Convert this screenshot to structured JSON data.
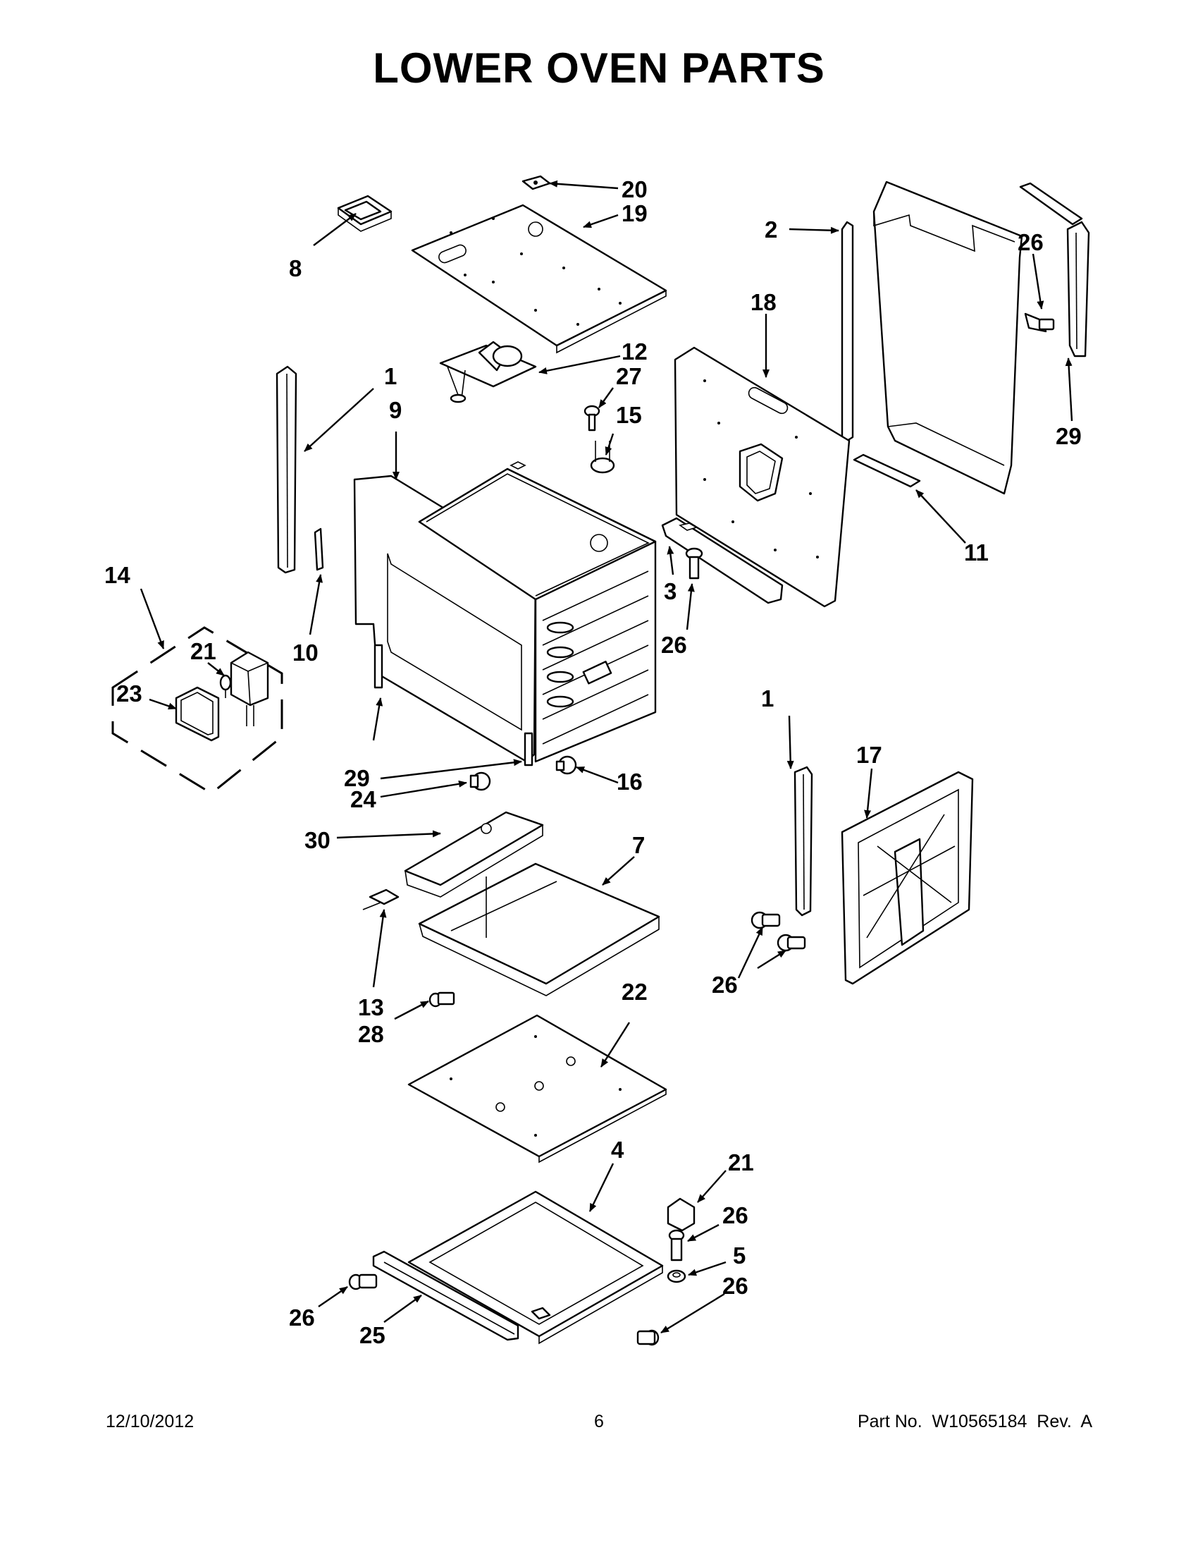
{
  "title": "LOWER OVEN PARTS",
  "footer": {
    "date": "12/10/2012",
    "page": "6",
    "part_no": "Part No.  W10565184  Rev.  A"
  },
  "callouts": [
    {
      "id": "c20",
      "text": "20"
    },
    {
      "id": "c19",
      "text": "19"
    },
    {
      "id": "c8",
      "text": "8"
    },
    {
      "id": "c2",
      "text": "2"
    },
    {
      "id": "c26a",
      "text": "26"
    },
    {
      "id": "c18",
      "text": "18"
    },
    {
      "id": "c12",
      "text": "12"
    },
    {
      "id": "c27",
      "text": "27"
    },
    {
      "id": "c15",
      "text": "15"
    },
    {
      "id": "c1a",
      "text": "1"
    },
    {
      "id": "c9",
      "text": "9"
    },
    {
      "id": "c29a",
      "text": "29"
    },
    {
      "id": "c11",
      "text": "11"
    },
    {
      "id": "c14",
      "text": "14"
    },
    {
      "id": "c3",
      "text": "3"
    },
    {
      "id": "c26b",
      "text": "26"
    },
    {
      "id": "c10",
      "text": "10"
    },
    {
      "id": "c21a",
      "text": "21"
    },
    {
      "id": "c23",
      "text": "23"
    },
    {
      "id": "c1b",
      "text": "1"
    },
    {
      "id": "c17",
      "text": "17"
    },
    {
      "id": "c29b",
      "text": "29"
    },
    {
      "id": "c16",
      "text": "16"
    },
    {
      "id": "c24",
      "text": "24"
    },
    {
      "id": "c30",
      "text": "30"
    },
    {
      "id": "c7",
      "text": "7"
    },
    {
      "id": "c26c",
      "text": "26"
    },
    {
      "id": "c13",
      "text": "13"
    },
    {
      "id": "c28",
      "text": "28"
    },
    {
      "id": "c22",
      "text": "22"
    },
    {
      "id": "c4",
      "text": "4"
    },
    {
      "id": "c21b",
      "text": "21"
    },
    {
      "id": "c26d",
      "text": "26"
    },
    {
      "id": "c5",
      "text": "5"
    },
    {
      "id": "c26e",
      "text": "26"
    },
    {
      "id": "c26f",
      "text": "26"
    },
    {
      "id": "c25",
      "text": "25"
    }
  ]
}
